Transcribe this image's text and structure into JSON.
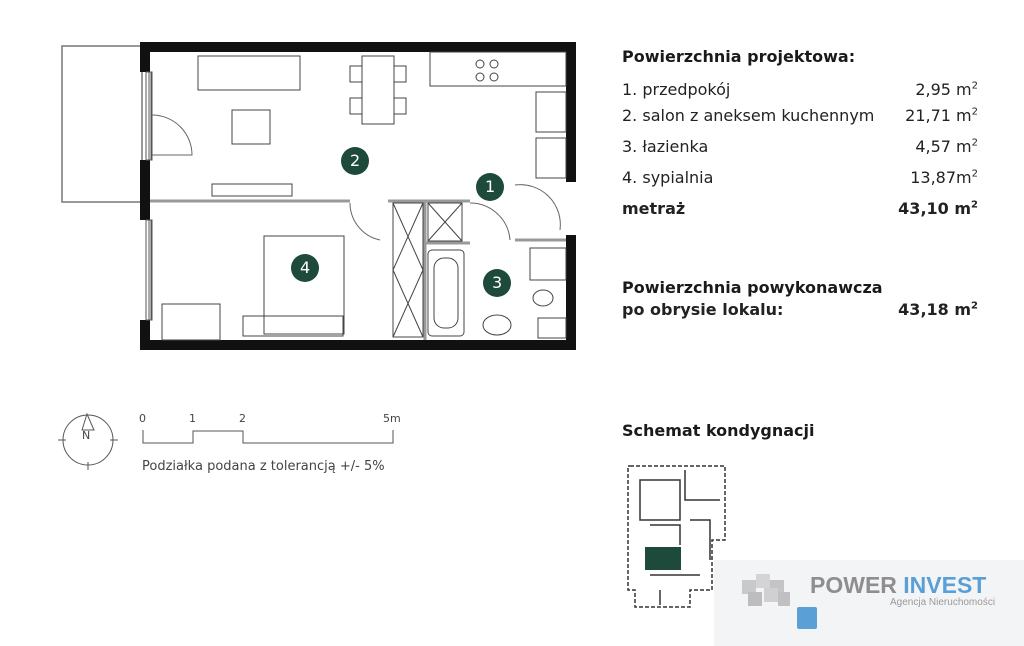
{
  "rooms_header": "Powierzchnia projektowa:",
  "rooms": [
    {
      "label": "1. przedpokój",
      "area": "2,95 m",
      "sup": "2"
    },
    {
      "label": "2. salon z aneksem kuchennym",
      "area": "21,71 m",
      "sup": "2"
    },
    {
      "label": "3. łazienka",
      "area": "4,57 m",
      "sup": "2"
    },
    {
      "label": "4. sypialnia",
      "area": "13,87m",
      "sup": "2"
    }
  ],
  "total": {
    "label": "metraż",
    "area": "43,10 m",
    "sup": "2"
  },
  "post": {
    "line1": "Powierzchnia powykonawcza",
    "line2": "po obrysie lokalu:",
    "area": "43,18 m",
    "sup": "2"
  },
  "room_numbers": [
    "1",
    "2",
    "3",
    "4"
  ],
  "scale": {
    "ticks": [
      "0",
      "1",
      "2",
      "5m"
    ],
    "note": "Podziałka podana z tolerancją +/- 5%",
    "north": "N"
  },
  "floor_schema_title": "Schemat kondygnacji",
  "logo": {
    "name1": "POWER",
    "name2": "INVEST",
    "subtitle": "Agencja Nieruchomości"
  },
  "colors": {
    "accent": "#1d4a3a",
    "logo_gray": "#8e8e8e",
    "logo_blue": "#5a9fd6"
  }
}
